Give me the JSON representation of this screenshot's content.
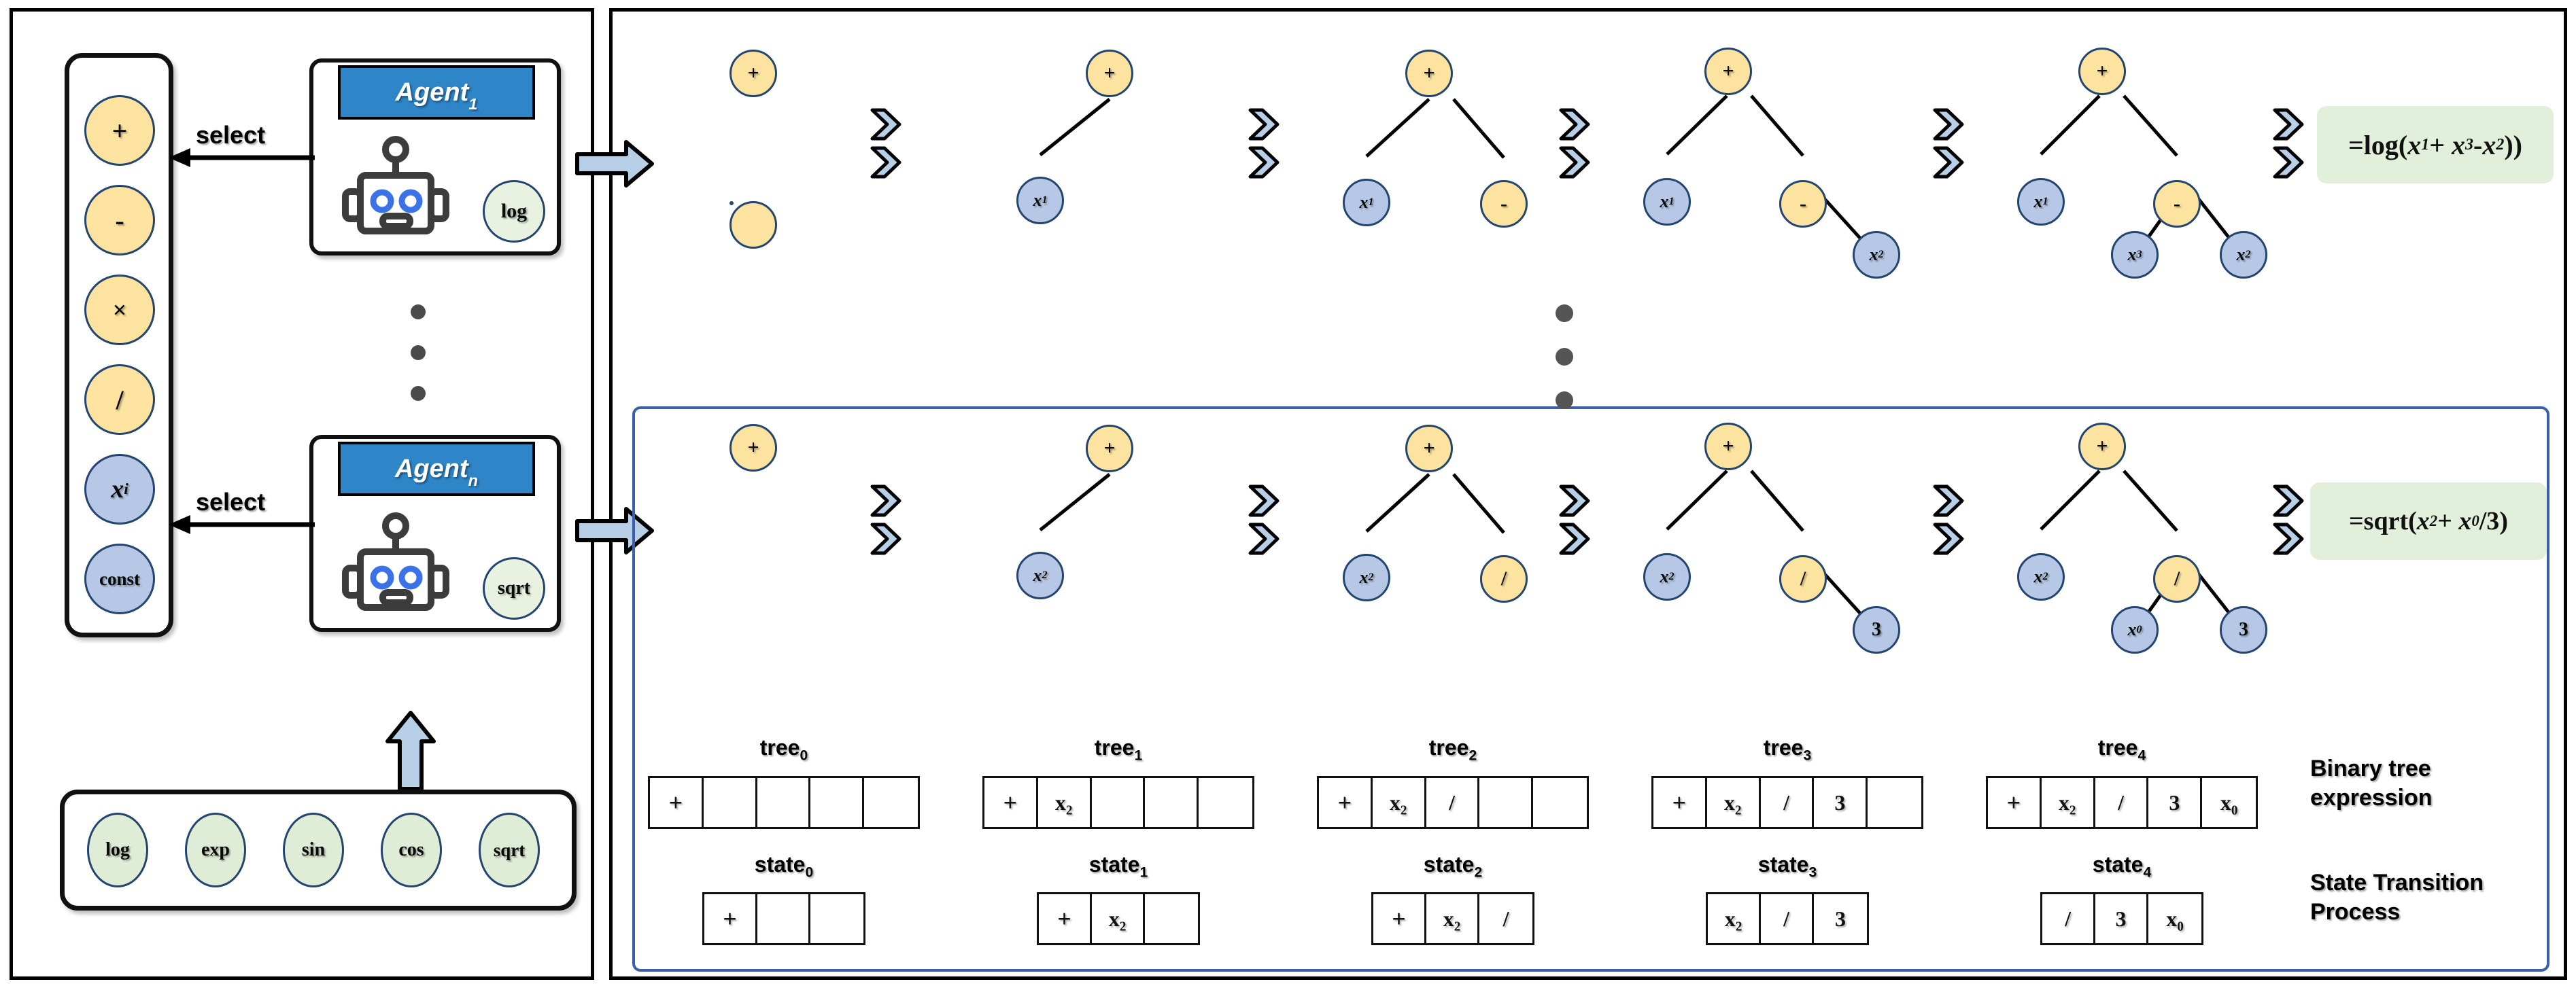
{
  "left_panel": {
    "operator_pool": {
      "name": "operator-terminal-pool",
      "items": [
        {
          "label": "+",
          "kind": "op"
        },
        {
          "label": "-",
          "kind": "op"
        },
        {
          "label": "×",
          "kind": "op"
        },
        {
          "label": "/",
          "kind": "op"
        },
        {
          "label": "x",
          "sub": "i",
          "kind": "var"
        },
        {
          "label": "const",
          "kind": "var"
        }
      ]
    },
    "agents": [
      {
        "title": "Agent",
        "sub": "1",
        "selected_function": "log",
        "select_label": "select"
      },
      {
        "title": "Agent",
        "sub": "n",
        "selected_function": "sqrt",
        "select_label": "select"
      }
    ],
    "agent_ellipsis_dots": 3,
    "function_pool": {
      "items": [
        "log",
        "exp",
        "sin",
        "cos",
        "sqrt"
      ]
    }
  },
  "right_panel": {
    "row_ellipsis_dots": 3,
    "rows": [
      {
        "id": "row-top",
        "formula": {
          "prefix": "=log(",
          "tokens": [
            {
              "v": "x",
              "sub": "1"
            },
            {
              "v": "+ "
            },
            {
              "v": "x",
              "sub": "3"
            },
            {
              "v": "-"
            },
            {
              "v": "x",
              "sub": "2"
            }
          ],
          "suffix": "))"
        },
        "steps": [
          {
            "label": "tree_0",
            "nodes": [
              {
                "t": "+",
                "k": "op",
                "x": 0,
                "y": 0
              }
            ],
            "edges": []
          },
          {
            "label": "tree_1",
            "nodes": [
              {
                "t": "+",
                "k": "op",
                "x": 0,
                "y": 0
              },
              {
                "t": "x",
                "sub": "1",
                "k": "var",
                "x": -1,
                "y": 1
              }
            ],
            "edges": [
              [
                0,
                1
              ]
            ]
          },
          {
            "label": "tree_2",
            "nodes": [
              {
                "t": "+",
                "k": "op",
                "x": 0,
                "y": 0
              },
              {
                "t": "x",
                "sub": "1",
                "k": "var",
                "x": -1,
                "y": 1
              },
              {
                "t": "-",
                "k": "op",
                "x": 1,
                "y": 1
              }
            ],
            "edges": [
              [
                0,
                1
              ],
              [
                0,
                2
              ]
            ]
          },
          {
            "label": "tree_3",
            "nodes": [
              {
                "t": "+",
                "k": "op",
                "x": 0,
                "y": 0
              },
              {
                "t": "x",
                "sub": "1",
                "k": "var",
                "x": -1,
                "y": 1
              },
              {
                "t": "-",
                "k": "op",
                "x": 1,
                "y": 1
              },
              {
                "t": "x",
                "sub": "2",
                "k": "var",
                "x": 2,
                "y": 2
              }
            ],
            "edges": [
              [
                0,
                1
              ],
              [
                0,
                2
              ],
              [
                2,
                3
              ]
            ]
          },
          {
            "label": "tree_4",
            "nodes": [
              {
                "t": "+",
                "k": "op",
                "x": 0,
                "y": 0
              },
              {
                "t": "x",
                "sub": "1",
                "k": "var",
                "x": -1,
                "y": 1
              },
              {
                "t": "-",
                "k": "op",
                "x": 1,
                "y": 1
              },
              {
                "t": "x",
                "sub": "3",
                "k": "var",
                "x": 0.6,
                "y": 2
              },
              {
                "t": "x",
                "sub": "2",
                "k": "var",
                "x": 2,
                "y": 2
              }
            ],
            "edges": [
              [
                0,
                1
              ],
              [
                0,
                2
              ],
              [
                2,
                3
              ],
              [
                2,
                4
              ]
            ]
          }
        ]
      },
      {
        "id": "row-bottom",
        "formula": {
          "prefix": "=sqrt(",
          "tokens": [
            {
              "v": "x",
              "sub": "2"
            },
            {
              "v": "+ "
            },
            {
              "v": "x",
              "sub": "0"
            },
            {
              "v": "/3"
            }
          ],
          "suffix": ")"
        },
        "steps": [
          {
            "label": "tree_0",
            "nodes": [
              {
                "t": "+",
                "k": "op",
                "x": 0,
                "y": 0
              }
            ],
            "edges": []
          },
          {
            "label": "tree_1",
            "nodes": [
              {
                "t": "+",
                "k": "op",
                "x": 0,
                "y": 0
              },
              {
                "t": "x",
                "sub": "2",
                "k": "var",
                "x": -1,
                "y": 1
              }
            ],
            "edges": [
              [
                0,
                1
              ]
            ]
          },
          {
            "label": "tree_2",
            "nodes": [
              {
                "t": "+",
                "k": "op",
                "x": 0,
                "y": 0
              },
              {
                "t": "x",
                "sub": "2",
                "k": "var",
                "x": -1,
                "y": 1
              },
              {
                "t": "/",
                "k": "op",
                "x": 1,
                "y": 1
              }
            ],
            "edges": [
              [
                0,
                1
              ],
              [
                0,
                2
              ]
            ]
          },
          {
            "label": "tree_3",
            "nodes": [
              {
                "t": "+",
                "k": "op",
                "x": 0,
                "y": 0
              },
              {
                "t": "x",
                "sub": "2",
                "k": "var",
                "x": -1,
                "y": 1
              },
              {
                "t": "/",
                "k": "op",
                "x": 1,
                "y": 1
              },
              {
                "t": "3",
                "k": "var",
                "x": 2,
                "y": 2
              }
            ],
            "edges": [
              [
                0,
                1
              ],
              [
                0,
                2
              ],
              [
                2,
                3
              ]
            ]
          },
          {
            "label": "tree_4",
            "nodes": [
              {
                "t": "+",
                "k": "op",
                "x": 0,
                "y": 0
              },
              {
                "t": "x",
                "sub": "2",
                "k": "var",
                "x": -1,
                "y": 1
              },
              {
                "t": "/",
                "k": "op",
                "x": 1,
                "y": 1
              },
              {
                "t": "x",
                "sub": "0",
                "k": "var",
                "x": 0.6,
                "y": 2
              },
              {
                "t": "3",
                "k": "var",
                "x": 2,
                "y": 2
              }
            ],
            "edges": [
              [
                0,
                1
              ],
              [
                0,
                2
              ],
              [
                2,
                3
              ],
              [
                2,
                4
              ]
            ]
          }
        ]
      }
    ],
    "tree_table": {
      "row_caption": "Binary tree expression",
      "caption_lines": [
        "Binary tree",
        "expression"
      ],
      "labels": [
        "tree",
        "tree",
        "tree",
        "tree",
        "tree"
      ],
      "label_subs": [
        "0",
        "1",
        "2",
        "3",
        "4"
      ],
      "cells": [
        [
          "+",
          "",
          "",
          "",
          ""
        ],
        [
          "+",
          "x₂",
          "",
          "",
          ""
        ],
        [
          "+",
          "x₂",
          "/",
          "",
          ""
        ],
        [
          "+",
          "x₂",
          "/",
          "3",
          ""
        ],
        [
          "+",
          "x₂",
          "/",
          "3",
          "x₀"
        ]
      ]
    },
    "state_table": {
      "row_caption": "State Transition Process",
      "caption_lines": [
        "State Transition",
        "Process"
      ],
      "labels": [
        "state",
        "state",
        "state",
        "state",
        "state"
      ],
      "label_subs": [
        "0",
        "1",
        "2",
        "3",
        "4"
      ],
      "cells": [
        [
          "+",
          "",
          ""
        ],
        [
          "+",
          "x₂",
          ""
        ],
        [
          "+",
          "x₂",
          "/"
        ],
        [
          "x₂",
          "/",
          "3"
        ],
        [
          "/",
          "3",
          "x₀"
        ]
      ]
    }
  },
  "colors": {
    "operator_node": "#FCE3A0",
    "variable_node": "#B6C8E5",
    "function_node": "#E0EDD6",
    "node_border": "#24456F",
    "agent_header": "#2E86C9",
    "formula_box": "#E2EFDA",
    "arrow_fill": "#B8CFE8",
    "blue_frame": "#3B5FA8",
    "robot_stroke": "#3C3C3C",
    "robot_eye": "#3C72E8"
  },
  "icons": {
    "robot": "robot-icon",
    "block_arrow_right": "block-arrow-right-icon",
    "block_arrow_up": "block-arrow-up-icon",
    "chevron_right": "chevron-right-icon",
    "select_arrow": "arrow-left-icon"
  }
}
